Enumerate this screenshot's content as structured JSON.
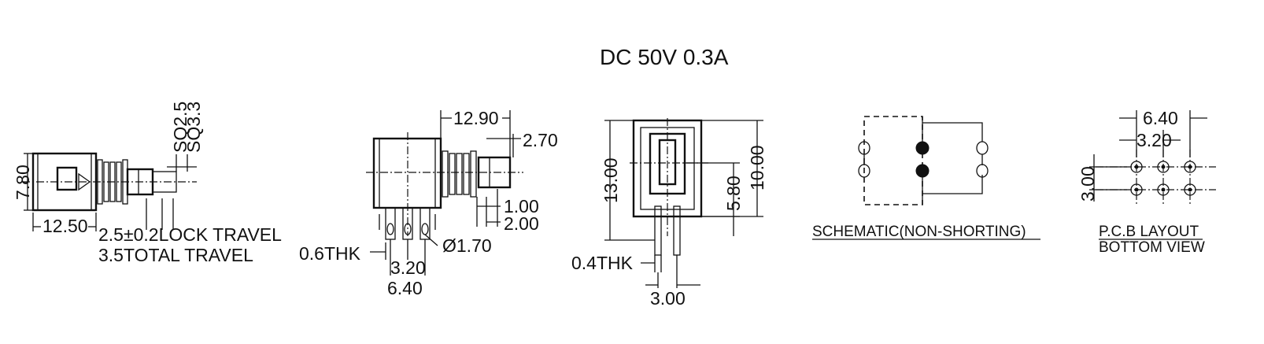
{
  "title": "DC  50V  0.3A",
  "side_view": {
    "height": "7.80",
    "length": "12.50",
    "shaft_sq_small": "SQ2.5",
    "shaft_sq_large": "SQ3.3",
    "lock_travel": "2.5±0.2LOCK TRAVEL",
    "total_travel": "3.5TOTAL TRAVEL"
  },
  "top_view": {
    "body_length": "12.90",
    "top_offset": "2.70",
    "gap_small": "1.00",
    "gap_large": "2.00",
    "pin_diameter": "Ø1.70",
    "pin_thickness": "0.6THK",
    "pin_pitch": "3.20",
    "pin_span": "6.40"
  },
  "front_view": {
    "overall_height": "13.00",
    "body_height": "10.00",
    "mid_height": "5.80",
    "pin_thickness": "0.4THK",
    "pin_spacing": "3.00"
  },
  "schematic": {
    "label": "SCHEMATIC(NON-SHORTING)"
  },
  "pcb": {
    "width_outer": "6.40",
    "width_inner": "3.20",
    "row_spacing": "3.00",
    "label_top": "P.C.B LAYOUT",
    "label_bottom": "BOTTOM VIEW"
  }
}
